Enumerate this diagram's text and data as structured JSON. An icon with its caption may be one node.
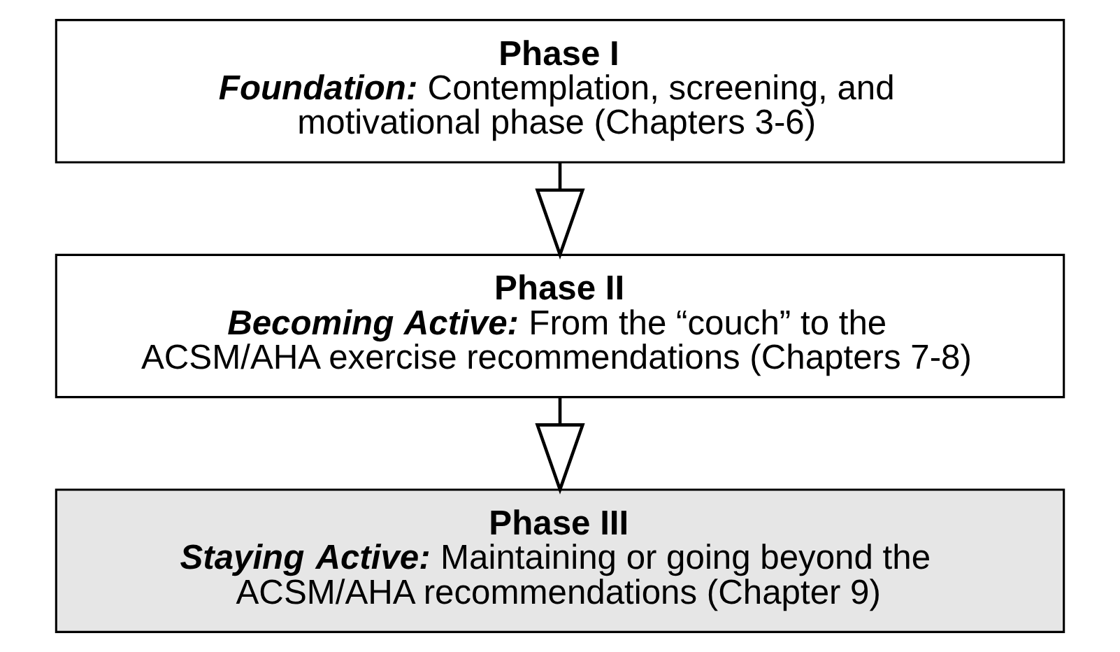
{
  "diagram": {
    "nodes": [
      {
        "text": [
          "Phase I",
          "**Foundation:** Contemplation, screening, and motivational phase (Chapters 3-6)"
        ]
      },
      {
        "text": [
          "Phase II",
          "**Becoming Active:** From the “couch” to the ACSM/AHA exercise recommendations (Chapters 7-8)"
        ]
      },
      {
        "text": [
          "Phase III",
          "**Staying Active:** Maintaining or going beyond the ACSM/AHA recommendations (Chapter 9)"
        ]
      }
    ],
    "edges": [
      {
        "from": 0,
        "to": 1,
        "arrow": "to"
      },
      {
        "from": 1,
        "to": 2,
        "arrow": "to"
      }
    ]
  }
}
